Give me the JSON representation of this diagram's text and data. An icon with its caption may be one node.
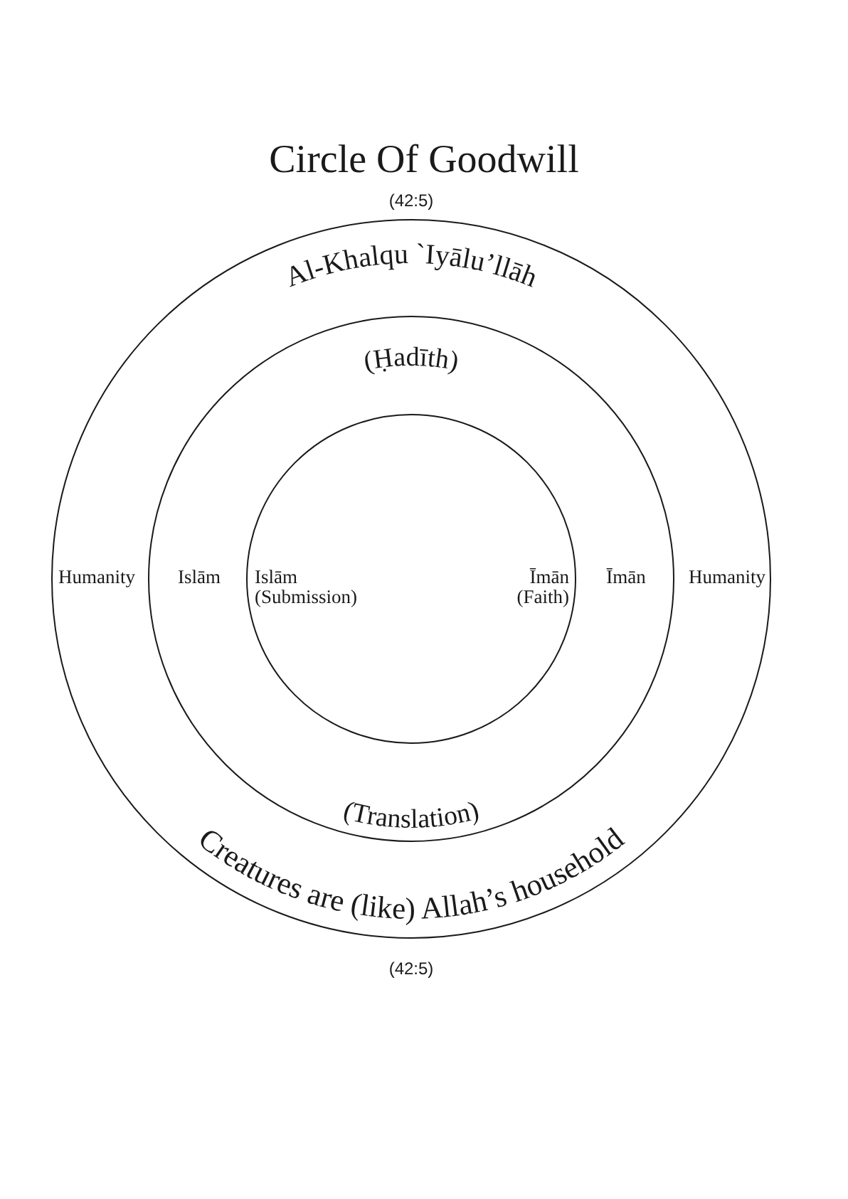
{
  "diagram": {
    "title": "Circle Of Goodwill",
    "nodes": [
      {
        "text": [
          "Al-Khalqu `Iyālu’llāh",
          "Humanity",
          "Humanity",
          "Creatures are (like) Allah’s household"
        ]
      },
      {
        "text": [
          "(Ḥadīth)",
          "Islām",
          "Īmān",
          "(Translation)"
        ],
        "in": 0
      },
      {
        "text": [
          "Islām (Submission)",
          "Īmān (Faith)"
        ],
        "in": 1
      }
    ],
    "labels": [
      "(42:5)",
      "(42:5)"
    ]
  }
}
